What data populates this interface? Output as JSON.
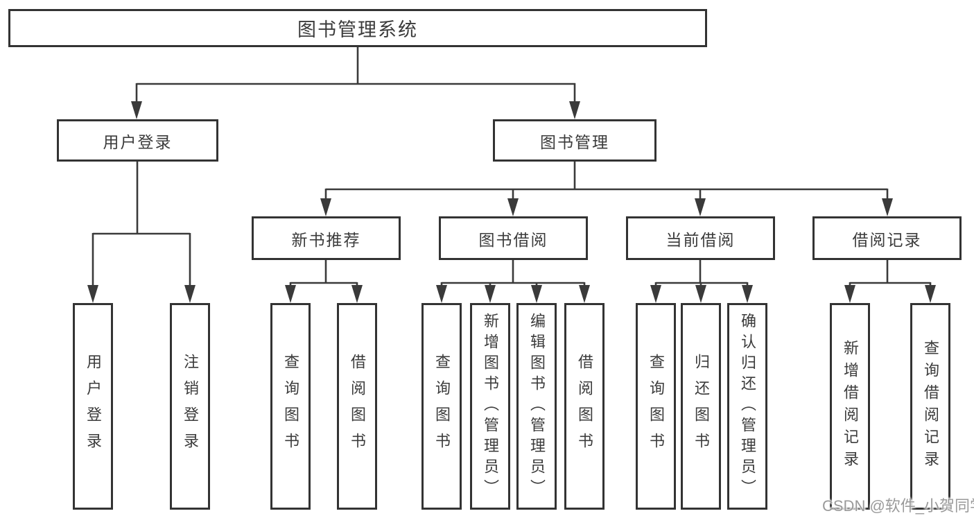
{
  "diagram": {
    "root": {
      "label": "图书管理系统"
    },
    "branches": {
      "user": {
        "label": "用户登录",
        "children": [
          {
            "label": "用户登录"
          },
          {
            "label": "注销登录"
          }
        ]
      },
      "book": {
        "label": "图书管理",
        "groups": [
          {
            "label": "新书推荐",
            "children": [
              {
                "label": "查询图书"
              },
              {
                "label": "借阅图书"
              }
            ]
          },
          {
            "label": "图书借阅",
            "children": [
              {
                "label": "查询图书"
              },
              {
                "label": "新增图书（管理员）"
              },
              {
                "label": "编辑图书（管理员）"
              },
              {
                "label": "借阅图书"
              }
            ]
          },
          {
            "label": "当前借阅",
            "children": [
              {
                "label": "查询图书"
              },
              {
                "label": "归还图书"
              },
              {
                "label": "确认归还（管理员）"
              }
            ]
          },
          {
            "label": "借阅记录",
            "children": [
              {
                "label": "新增借阅记录"
              },
              {
                "label": "查询借阅记录"
              }
            ]
          }
        ]
      }
    },
    "colors": {
      "line": "#3a3a3a",
      "box_border": "#333333",
      "text": "#3b3b3b",
      "watermark": "#9a9a9a",
      "background": "#ffffff"
    }
  },
  "watermark": {
    "text": "CSDN @软件_小贺同学"
  }
}
